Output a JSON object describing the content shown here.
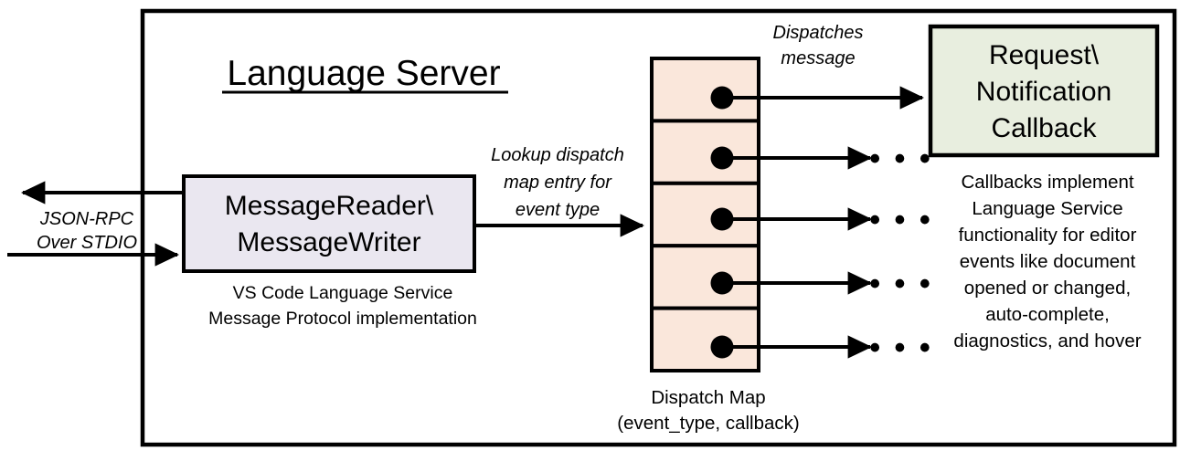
{
  "diagram": {
    "title": "Language Server",
    "colors": {
      "outer_border": "#000000",
      "message_box_fill": "#EAE7F0",
      "dispatch_map_fill": "#FAE7DB",
      "callback_box_fill": "#E8EEDF",
      "line": "#000000",
      "background": "#FFFFFF"
    },
    "external_io": {
      "label_line1": "JSON-RPC",
      "label_line2": "Over STDIO",
      "outbound_arrow": "arrow-left-outbound",
      "inbound_arrow": "arrow-right-inbound"
    },
    "message_box": {
      "line1": "MessageReader\\",
      "line2": "MessageWriter",
      "caption_line1": "VS Code Language Service",
      "caption_line2": "Message Protocol implementation"
    },
    "lookup_annotation": {
      "line1": "Lookup dispatch",
      "line2": "map entry for",
      "line3": "event type"
    },
    "dispatch_map": {
      "caption_line1": "Dispatch Map",
      "caption_line2": "(event_type, callback)",
      "row_count": 5,
      "rows": [
        {
          "index": 1,
          "marker": "filled-dot",
          "target": "callback-box"
        },
        {
          "index": 2,
          "marker": "filled-dot",
          "target": "ellipsis"
        },
        {
          "index": 3,
          "marker": "filled-dot",
          "target": "ellipsis"
        },
        {
          "index": 4,
          "marker": "filled-dot",
          "target": "ellipsis"
        },
        {
          "index": 5,
          "marker": "filled-dot",
          "target": "ellipsis"
        }
      ],
      "ellipsis": "• • •"
    },
    "dispatch_annotation": {
      "line1": "Dispatches",
      "line2": "message"
    },
    "callback_box": {
      "line1": "Request\\",
      "line2": "Notification",
      "line3": "Callback",
      "caption_lines": [
        "Callbacks implement",
        "Language Service",
        "functionality for editor",
        "events like document",
        "opened or changed,",
        "auto-complete,",
        "diagnostics, and hover"
      ]
    }
  }
}
